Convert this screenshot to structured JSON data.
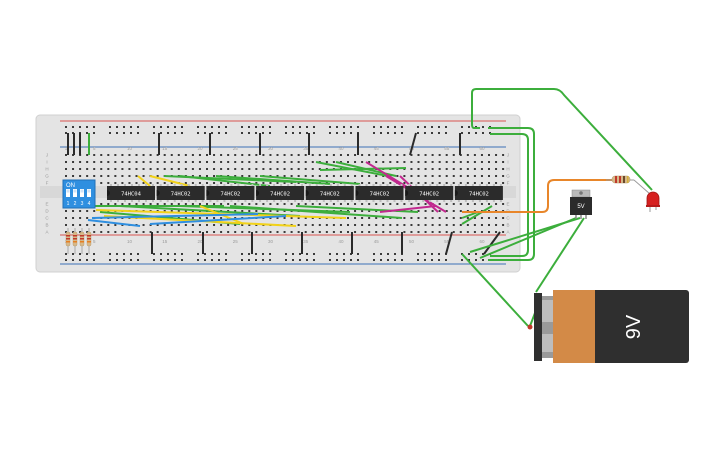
{
  "colors": {
    "canvas": "#ffffff",
    "breadboard": "#e4e4e4",
    "hole": "#3a3a3a",
    "chip": "#2b2b2b",
    "chip_text": "#ffffff",
    "rail_red": "#d9534f",
    "rail_blue": "#3b6fb6",
    "wire_green": "#3cae3c",
    "wire_yellow": "#f2d21a",
    "wire_blue": "#2f8fe0",
    "wire_magenta": "#c2298f",
    "wire_orange": "#e8862a",
    "wire_black": "#2a2a2a",
    "dip_switch": "#2f8fe0",
    "battery_body": "#2f2f2f",
    "battery_label": "#d38a47",
    "led": "#d62020"
  },
  "breadboard": {
    "column_numbers": [
      "1",
      "5",
      "10",
      "15",
      "20",
      "25",
      "30",
      "35",
      "40",
      "45",
      "50",
      "55",
      "60"
    ],
    "row_letters_top": [
      "J",
      "I",
      "H",
      "G",
      "F"
    ],
    "row_letters_bottom": [
      "E",
      "D",
      "C",
      "B",
      "A"
    ]
  },
  "chips": [
    "74HC04",
    "74HC02",
    "74HC02",
    "74HC02",
    "74HC02",
    "74HC02",
    "74HC02",
    "74HC02"
  ],
  "dip_switch": {
    "on_label": "ON",
    "positions": [
      "1",
      "2",
      "3",
      "4"
    ]
  },
  "voltage_regulator": {
    "label": "5V"
  },
  "battery": {
    "label": "9V"
  },
  "icons": {
    "led": "led-icon",
    "resistor": "resistor-icon",
    "battery": "battery-icon",
    "regulator": "voltage-regulator-icon"
  }
}
